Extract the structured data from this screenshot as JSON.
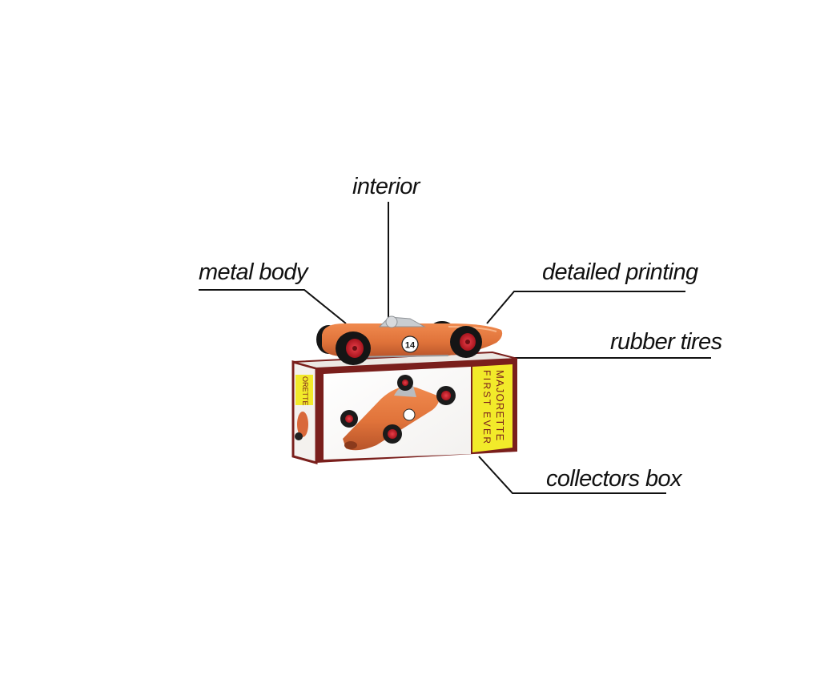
{
  "annotations": {
    "interior": "interior",
    "metal_body": "metal body",
    "detailed_printing": "detailed printing",
    "rubber_tires": "rubber tires",
    "collectors_box": "collectors box"
  },
  "product": {
    "car_number": "14",
    "box_brand": "MAJORETTE",
    "box_subtitle": "FIRST EVER",
    "side_brand": "ORETTE"
  },
  "colors": {
    "car_body": "#e0733a",
    "box_frame": "#7a1f1c",
    "box_accent": "#f2ea2a",
    "wheel_hub": "#c8202a",
    "line": "#111111"
  }
}
